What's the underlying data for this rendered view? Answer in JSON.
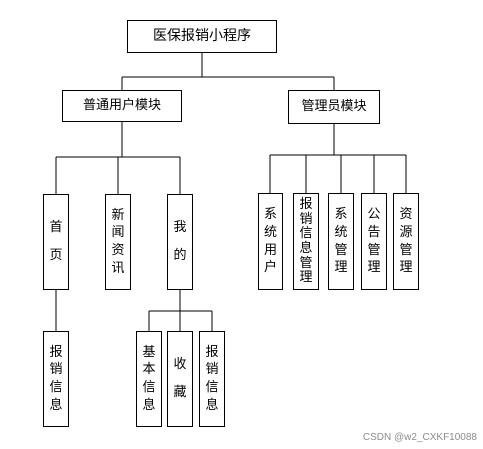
{
  "root": {
    "label": "医保报销小程序"
  },
  "modules": {
    "user": {
      "label": "普通用户模块"
    },
    "admin": {
      "label": "管理员模块"
    }
  },
  "user_children": {
    "home": {
      "label": "首页"
    },
    "news": {
      "label": "新闻资讯"
    },
    "mine": {
      "label": "我的"
    }
  },
  "home_children": {
    "claim_info": {
      "label": "报销信息"
    }
  },
  "mine_children": {
    "basic_info": {
      "label": "基本信息"
    },
    "favorites": {
      "label": "收藏"
    },
    "claim_info": {
      "label": "报销信息"
    }
  },
  "admin_children": {
    "system_users": {
      "label": "系统用户"
    },
    "claim_mgmt": {
      "label": "报销信息管理"
    },
    "system_mgmt": {
      "label": "系统管理"
    },
    "notice_mgmt": {
      "label": "公告管理"
    },
    "resource_mgmt": {
      "label": "资源管理"
    }
  },
  "watermark": "CSDN @w2_CXKF10088",
  "colors": {
    "stroke": "#000000",
    "background": "#ffffff",
    "watermark": "#8c8c8c"
  }
}
